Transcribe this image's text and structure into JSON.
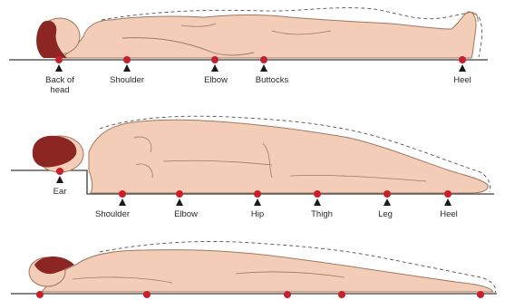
{
  "colors": {
    "skin": "#f3cdb8",
    "outline": "#a1775f",
    "hair": "#8b2623",
    "pressure_point": "#c91f2a",
    "surface": "#3c3c3c",
    "dashed": "#555555"
  },
  "panels": [
    {
      "position": "supine",
      "labels": [
        "Back of head",
        "Shoulder",
        "Elbow",
        "Buttocks",
        "Heel"
      ]
    },
    {
      "position": "lateral",
      "labels": [
        "Ear",
        "Shoulder",
        "Elbow",
        "Hip",
        "Thigh",
        "Leg",
        "Heel"
      ]
    },
    {
      "position": "prone",
      "labels": []
    }
  ]
}
